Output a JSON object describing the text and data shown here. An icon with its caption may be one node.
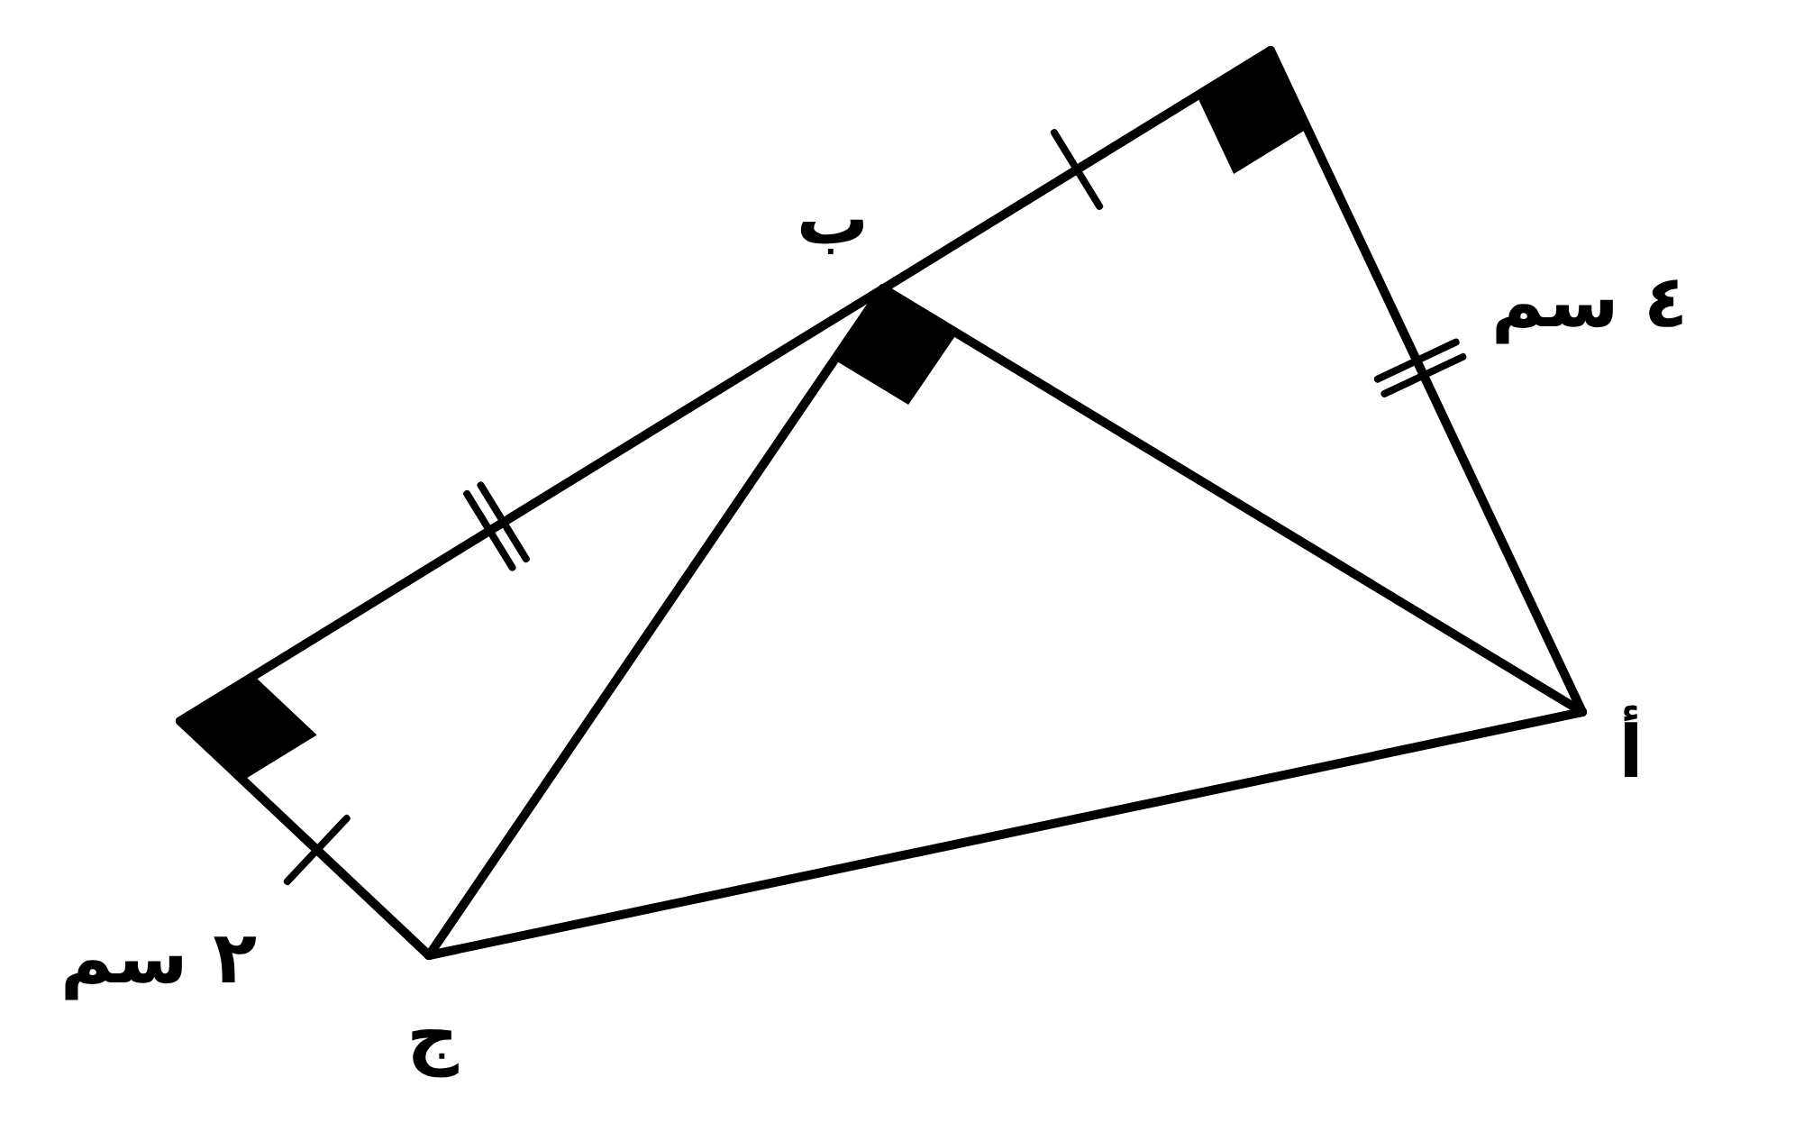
{
  "diagram": {
    "labels": [
      "ب",
      "٤ سم",
      "أ",
      "٢ سم",
      "ج"
    ]
  }
}
